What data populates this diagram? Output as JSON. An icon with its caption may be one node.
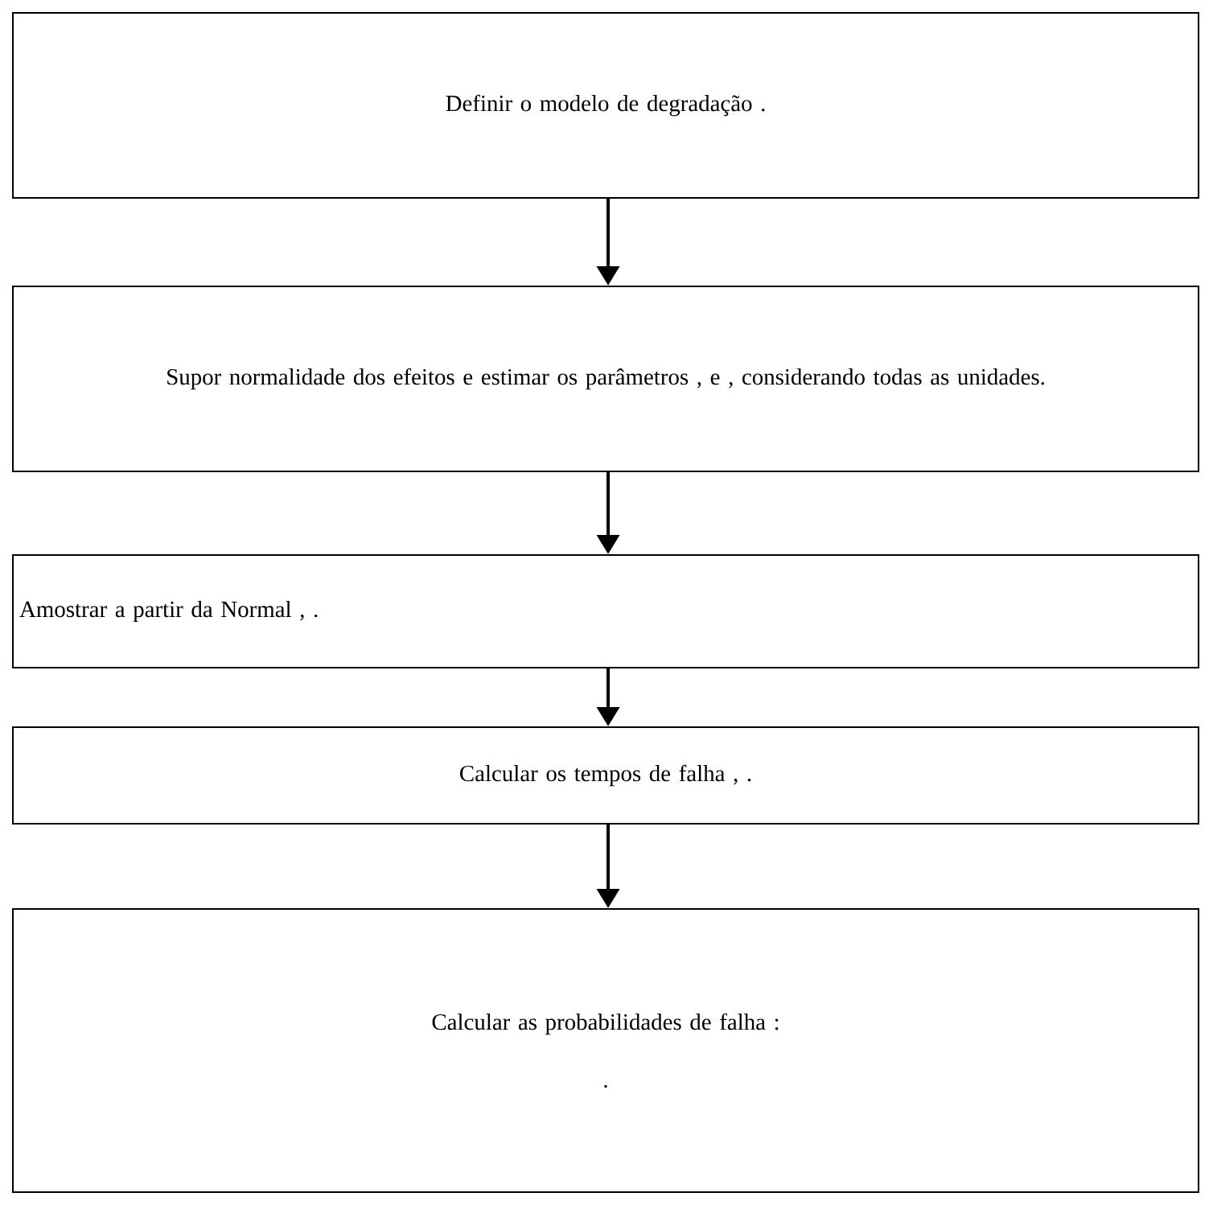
{
  "diagram": {
    "nodes": [
      {
        "text": [
          "Definir o modelo de degradação ."
        ]
      },
      {
        "text": [
          "Supor normalidade dos efeitos e estimar os parâmetros , e , considerando todas as unidades."
        ]
      },
      {
        "text": [
          "Amostrar  a partir da Normal , ."
        ]
      },
      {
        "text": [
          "Calcular os tempos de falha , ."
        ]
      },
      {
        "text": [
          "Calcular as probabilidades de falha :",
          "."
        ]
      }
    ],
    "edges": [
      {
        "from": 0,
        "to": 1,
        "arrow": "to"
      },
      {
        "from": 1,
        "to": 2,
        "arrow": "to"
      },
      {
        "from": 2,
        "to": 3,
        "arrow": "to"
      },
      {
        "from": 3,
        "to": 4,
        "arrow": "to"
      }
    ]
  }
}
